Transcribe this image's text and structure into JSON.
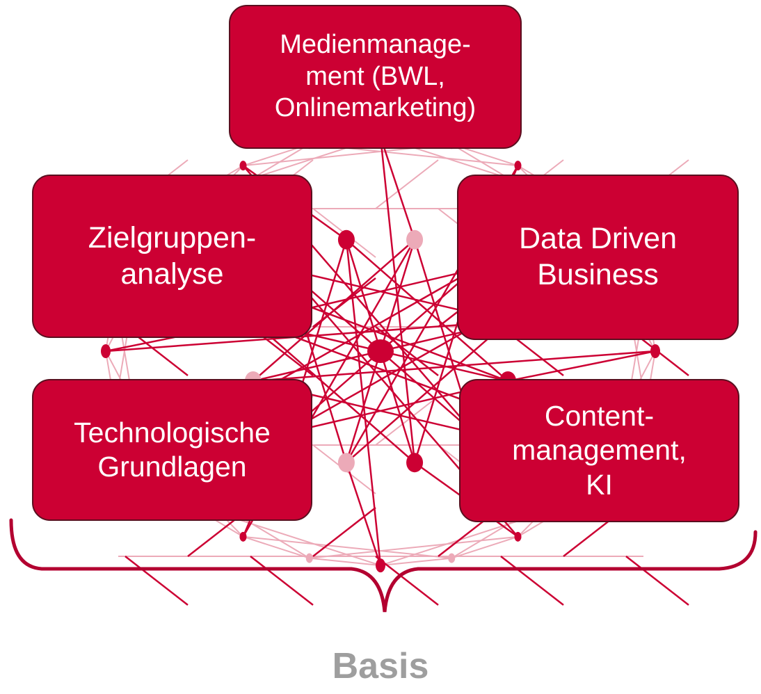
{
  "colors": {
    "box_fill": "#cc0033",
    "box_border": "#5a0f1f",
    "network_line": "#cc0033",
    "network_light": "#ecaab8",
    "brace": "#b30030",
    "label": "#9e9e9e"
  },
  "boxes": {
    "top": "Medienmanage-\nment (BWL,\nOnlinemarketing)",
    "left_mid": "Zielgruppen-\nanalyse",
    "right_mid": "Data Driven\nBusiness",
    "left_bottom": "Technologische\nGrundlagen",
    "right_bottom": "Content-\nmanagement,\nKI"
  },
  "label": "Basis"
}
